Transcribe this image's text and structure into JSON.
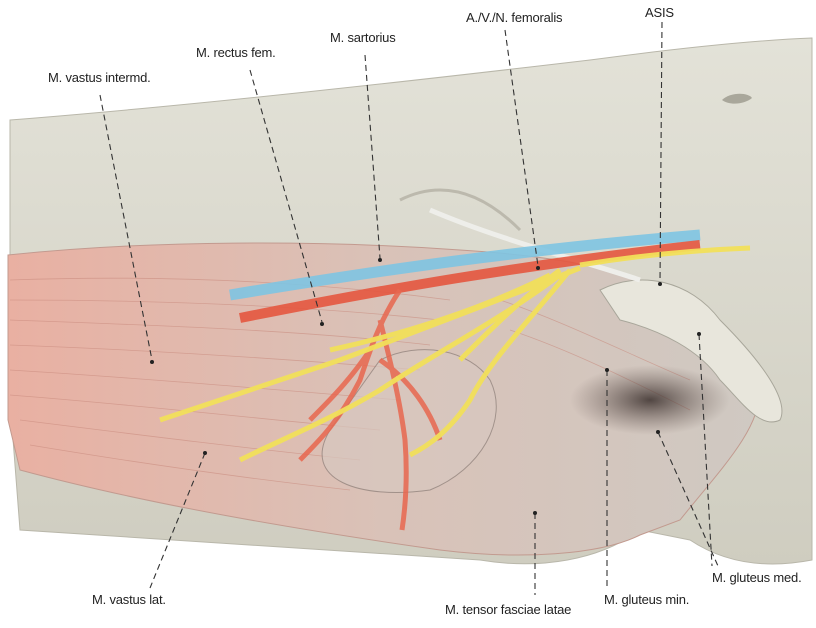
{
  "labels": {
    "vastus_intermedius": "M. vastus intermd.",
    "rectus_femoris": "M. rectus fem.",
    "sartorius": "M. sartorius",
    "femoral_bundle": "A./V./N. femoralis",
    "asis": "ASIS",
    "vastus_lateralis": "M. vastus lat.",
    "tensor_fasciae_latae": "M. tensor fasciae latae",
    "gluteus_minimus": "M. gluteus min.",
    "gluteus_medius": "M. gluteus med."
  },
  "colors": {
    "skin": "#d9d8cc",
    "muscle": "#e0a89c",
    "artery": "#e4573f",
    "vein": "#7ec4e2",
    "nerve": "#f2e05a",
    "leader_line": "#333333"
  }
}
